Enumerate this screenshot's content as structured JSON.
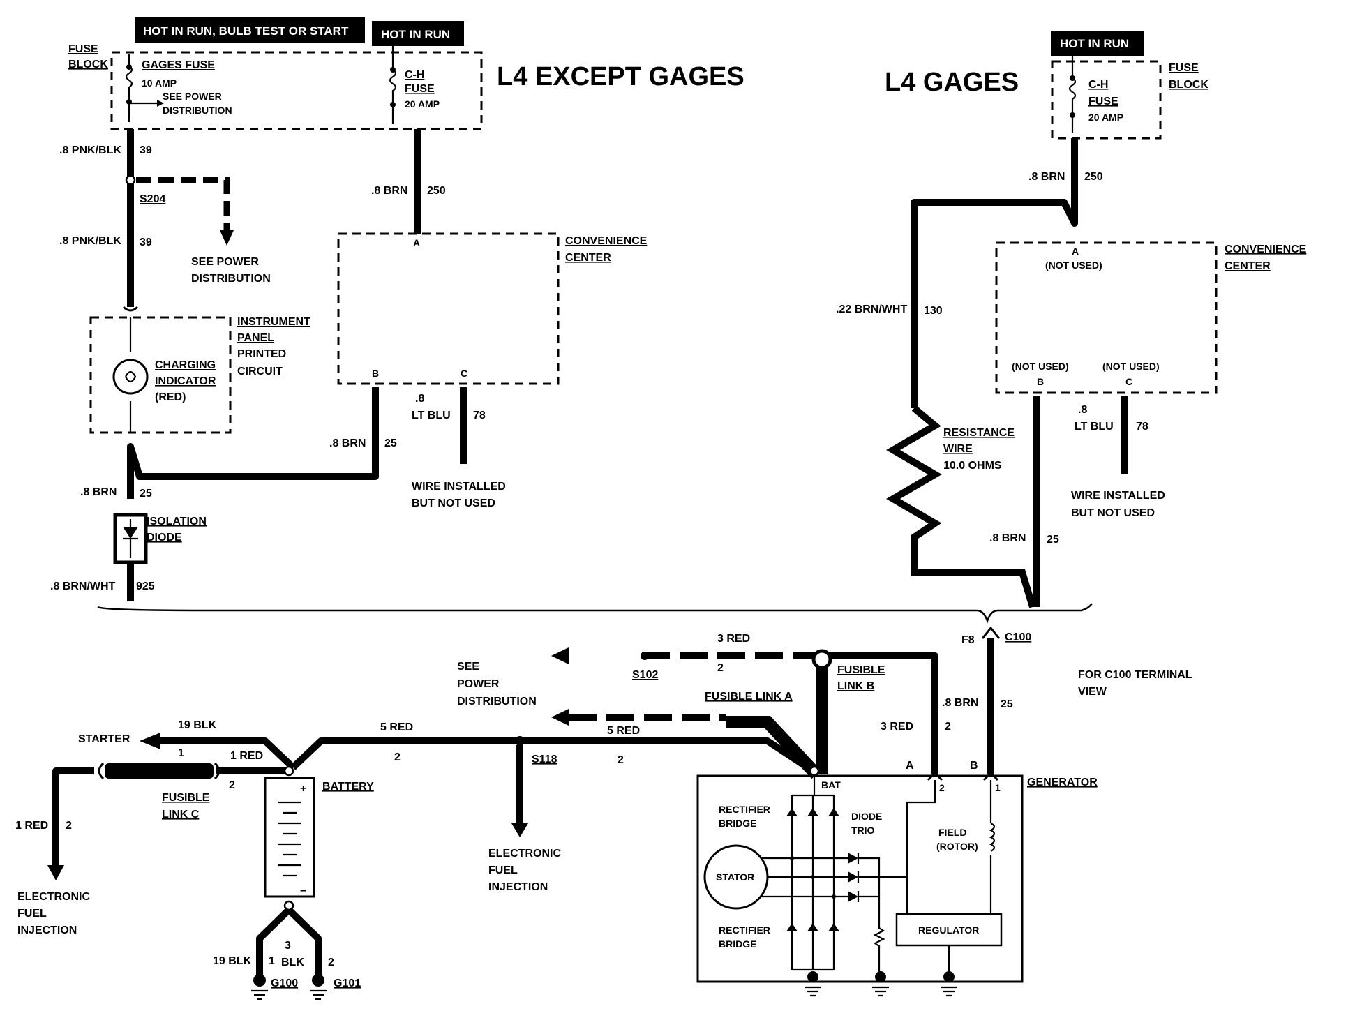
{
  "headers": {
    "hot_in_run_bulb": "HOT IN RUN,  BULB TEST OR START",
    "hot_in_run_left": "HOT IN RUN",
    "hot_in_run_right": "HOT IN RUN"
  },
  "titles": {
    "except_gages": "L4 EXCEPT GAGES",
    "gages": "L4 GAGES"
  },
  "left": {
    "fuse_block_1": "FUSE",
    "fuse_block_2": "BLOCK",
    "gages_fuse": "GAGES FUSE",
    "gages_amp": "10 AMP",
    "see_power_1": "SEE POWER",
    "see_power_2": "DISTRIBUTION",
    "ch_fuse_1": "C-H",
    "ch_fuse_2": "FUSE",
    "ch_amp": "20 AMP",
    "w39a": ".8 PNK/BLK",
    "n39a": "39",
    "s204": "S204",
    "w39b": ".8 PNK/BLK",
    "n39b": "39",
    "see_power_b1": "SEE POWER",
    "see_power_b2": "DISTRIBUTION",
    "w250": ".8 BRN",
    "n250": "250",
    "pin_a": "A",
    "conv_1": "CONVENIENCE",
    "conv_2": "CENTER",
    "pin_b": "B",
    "pin_c": "C",
    "ip_1": "INSTRUMENT",
    "ip_2": "PANEL",
    "ip_3": "PRINTED",
    "ip_4": "CIRCUIT",
    "chg_1": "CHARGING",
    "chg_2": "INDICATOR",
    "chg_3": "(RED)",
    "w25b": ".8 BRN",
    "n25b": "25",
    "w78_1": ".8",
    "w78_2": "LT BLU",
    "n78": "78",
    "unused_1": "WIRE INSTALLED",
    "unused_2": "BUT NOT USED",
    "w25a": ".8 BRN",
    "n25a": "25",
    "iso_1": "ISOLATION",
    "iso_2": "DIODE",
    "w925": ".8 BRN/WHT",
    "n925": "925"
  },
  "right": {
    "ch_fuse_1": "C-H",
    "ch_fuse_2": "FUSE",
    "ch_amp": "20 AMP",
    "fuse_block_1": "FUSE",
    "fuse_block_2": "BLOCK",
    "w250": ".8 BRN",
    "n250": "250",
    "pin_a": "A",
    "not_used_a": "(NOT USED)",
    "conv_1": "CONVENIENCE",
    "conv_2": "CENTER",
    "w130": ".22 BRN/WHT",
    "n130": "130",
    "not_used_b": "(NOT USED)",
    "not_used_c": "(NOT USED)",
    "pin_b": "B",
    "pin_c": "C",
    "w78_1": ".8",
    "w78_2": "LT BLU",
    "n78": "78",
    "res_1": "RESISTANCE",
    "res_2": "WIRE",
    "res_3": "10.0 OHMS",
    "unused_1": "WIRE INSTALLED",
    "unused_2": "BUT NOT USED",
    "w25": ".8 BRN",
    "n25": "25"
  },
  "bottom": {
    "w3red": "3 RED",
    "n2a": "2",
    "s102": "S102",
    "see_1": "SEE",
    "see_2": "POWER",
    "see_3": "DISTRIBUTION",
    "fusible_b_1": "FUSIBLE",
    "fusible_b_2": "LINK B",
    "fusible_a": "FUSIBLE LINK A",
    "f8": "F8",
    "c100": "C100",
    "c100_view_1": "FOR C100 TERMINAL",
    "c100_view_2": "VIEW",
    "w25": ".8 BRN",
    "n25": "25",
    "w3red_b": "3 RED",
    "n2b": "2",
    "w19blk": "19 BLK",
    "starter": "STARTER",
    "n1": "1",
    "w1red": "1 RED",
    "w5red_a": "5 RED",
    "w5red_b": "5 RED",
    "n2c": "2",
    "n2d": "2",
    "s118": "S118",
    "n2e": "2",
    "fusible_c_1": "FUSIBLE",
    "fusible_c_2": "LINK C",
    "battery": "BATTERY",
    "w1red_b": "1 RED",
    "n2f": "2",
    "efi_l1": "ELECTRONIC",
    "efi_l2": "FUEL",
    "efi_l3": "INJECTION",
    "efi_m1": "ELECTRONIC",
    "efi_m2": "FUEL",
    "efi_m3": "INJECTION",
    "w19blk_b": "19 BLK",
    "n1b": "1",
    "n3": "3",
    "blk": "BLK",
    "n2g": "2",
    "g100": "G100",
    "g101": "G101",
    "pin_a": "A",
    "pin_b": "B",
    "bat": "BAT",
    "generator": "GENERATOR",
    "rect_1": "RECTIFIER",
    "rect_2": "BRIDGE",
    "diode_1": "DIODE",
    "diode_2": "TRIO",
    "field_1": "FIELD",
    "field_2": "(ROTOR)",
    "stator": "STATOR",
    "rect_b1": "RECTIFIER",
    "rect_b2": "BRIDGE",
    "regulator": "REGULATOR",
    "gen_n2": "2",
    "gen_n1": "1"
  }
}
